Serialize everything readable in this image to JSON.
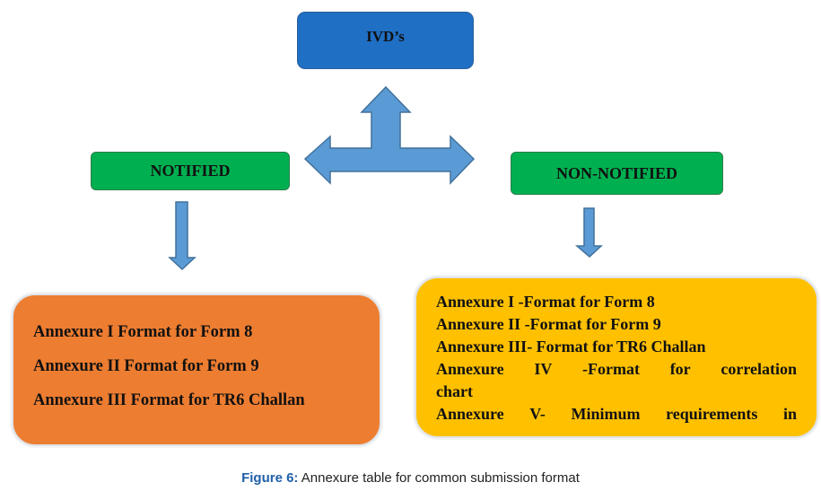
{
  "root": {
    "label": "IVD’s"
  },
  "branches": {
    "left": {
      "label": "NOTIFIED"
    },
    "right": {
      "label": "NON-NOTIFIED"
    }
  },
  "notified_list": [
    "Annexure I Format for Form 8",
    "Annexure II Format for Form 9",
    "Annexure III Format for TR6 Challan"
  ],
  "non_notified_list": {
    "l1": "Annexure I -Format for Form 8",
    "l2": "Annexure II -Format for Form 9",
    "l3": "Annexure III- Format for TR6 Challan",
    "l4": [
      "Annexure",
      "IV",
      "-Format",
      "for",
      "correlation"
    ],
    "l5": "chart",
    "l6": [
      "Annexure",
      "V-",
      "Minimum",
      "requirements",
      "in"
    ]
  },
  "caption": {
    "label": "Figure 6:",
    "text": " Annexure table for common submission format"
  },
  "colors": {
    "root_fill": "#1f6fc5",
    "branch_fill": "#00b050",
    "notified_panel": "#ed7d31",
    "non_notified_panel": "#ffc000",
    "arrow_fill": "#5b9bd5",
    "caption_label": "#1f5fa8"
  }
}
